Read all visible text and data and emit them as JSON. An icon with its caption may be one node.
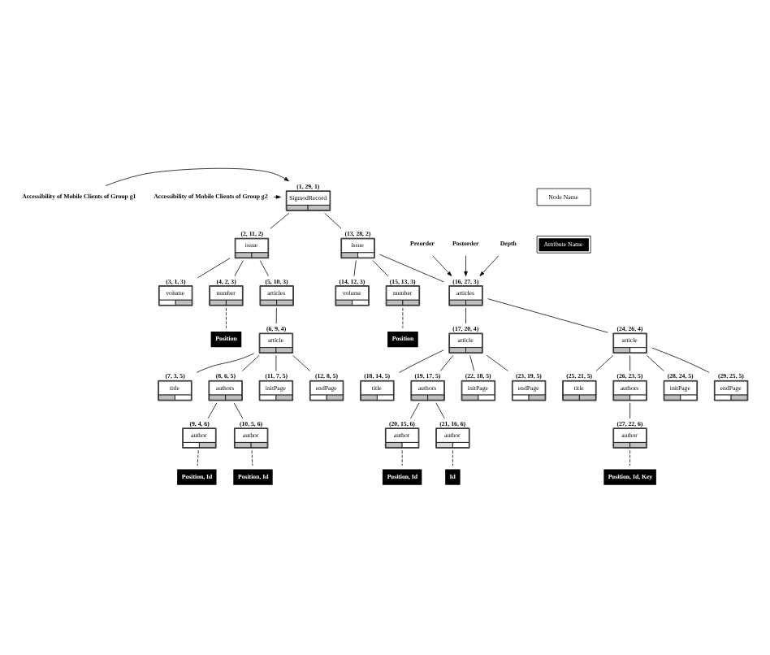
{
  "diagram": {
    "nodes": [
      {
        "text": [
          "SigmodRecord"
        ],
        "beside": [
          "(1, 29, 1)"
        ]
      },
      {
        "text": [
          "issue"
        ],
        "beside": [
          "(2, 11, 2)"
        ]
      },
      {
        "text": [
          "issue"
        ],
        "beside": [
          "(13, 28, 2)"
        ]
      },
      {
        "text": [
          "volume"
        ],
        "beside": [
          "(3, 1, 3)"
        ]
      },
      {
        "text": [
          "number"
        ],
        "beside": [
          "(4, 2, 3)"
        ]
      },
      {
        "text": [
          "articles"
        ],
        "beside": [
          "(5, 10, 3)"
        ]
      },
      {
        "text": [
          "volume"
        ],
        "beside": [
          "(14, 12, 3)"
        ]
      },
      {
        "text": [
          "number"
        ],
        "beside": [
          "(15, 13, 3)"
        ]
      },
      {
        "text": [
          "articles"
        ],
        "beside": [
          "(16, 27, 3)"
        ]
      },
      {
        "text": [
          "Accessibility of Mobile Clients of Group g1"
        ]
      },
      {
        "text": [
          "Accessibility of Mobile Clients of Group g2"
        ]
      },
      {
        "text": [
          "Preorder"
        ]
      },
      {
        "text": [
          "Postorder"
        ]
      },
      {
        "text": [
          "Depth"
        ]
      },
      {
        "text": [
          "Position"
        ]
      },
      {
        "text": [
          "Position"
        ]
      },
      {
        "text": [
          "article"
        ],
        "beside": [
          "(6, 9, 4)"
        ]
      },
      {
        "text": [
          "article"
        ],
        "beside": [
          "(17, 20, 4)"
        ]
      },
      {
        "text": [
          "article"
        ],
        "beside": [
          "(24, 26, 4)"
        ]
      },
      {
        "text": [
          "title"
        ],
        "beside": [
          "(7, 3, 5)"
        ]
      },
      {
        "text": [
          "authors"
        ],
        "beside": [
          "(8, 6, 5)"
        ]
      },
      {
        "text": [
          "initPage"
        ],
        "beside": [
          "(11, 7, 5)"
        ]
      },
      {
        "text": [
          "endPage"
        ],
        "beside": [
          "(12, 8, 5)"
        ]
      },
      {
        "text": [
          "title"
        ],
        "beside": [
          "(18, 14, 5)"
        ]
      },
      {
        "text": [
          "authors"
        ],
        "beside": [
          "(19, 17, 5)"
        ]
      },
      {
        "text": [
          "initPage"
        ],
        "beside": [
          "(22, 18, 5)"
        ]
      },
      {
        "text": [
          "endPage"
        ],
        "beside": [
          "(23, 19, 5)"
        ]
      },
      {
        "text": [
          "title"
        ],
        "beside": [
          "(25, 21, 5)"
        ]
      },
      {
        "text": [
          "authors"
        ],
        "beside": [
          "(26, 23, 5)"
        ]
      },
      {
        "text": [
          "initPage"
        ],
        "beside": [
          "(28, 24, 5)"
        ]
      },
      {
        "text": [
          "endPage"
        ],
        "beside": [
          "(29, 25, 5)"
        ]
      },
      {
        "text": [
          "author"
        ],
        "beside": [
          "(9, 4, 6)"
        ]
      },
      {
        "text": [
          "author"
        ],
        "beside": [
          "(10, 5, 6)"
        ]
      },
      {
        "text": [
          "author"
        ],
        "beside": [
          "(20, 15, 6)"
        ]
      },
      {
        "text": [
          "author"
        ],
        "beside": [
          "(21, 16, 6)"
        ]
      },
      {
        "text": [
          "author"
        ],
        "beside": [
          "(27, 22, 6)"
        ]
      },
      {
        "text": [
          "Position, Id"
        ]
      },
      {
        "text": [
          "Position, Id"
        ]
      },
      {
        "text": [
          "Position, Id"
        ]
      },
      {
        "text": [
          "Id"
        ]
      },
      {
        "text": [
          "Position, Id, Key"
        ]
      }
    ],
    "edges": [
      {
        "from": 9,
        "to": 0,
        "arrow": "to"
      },
      {
        "from": 10,
        "to": 0,
        "arrow": "to"
      },
      {
        "from": 0,
        "to": 1,
        "arrow": "none"
      },
      {
        "from": 0,
        "to": 2,
        "arrow": "none"
      },
      {
        "from": 1,
        "to": 3,
        "arrow": "none"
      },
      {
        "from": 1,
        "to": 4,
        "arrow": "none"
      },
      {
        "from": 1,
        "to": 5,
        "arrow": "none"
      },
      {
        "from": 2,
        "to": 6,
        "arrow": "none"
      },
      {
        "from": 2,
        "to": 7,
        "arrow": "none"
      },
      {
        "from": 2,
        "to": 8,
        "arrow": "none"
      },
      {
        "from": 11,
        "to": 8,
        "arrow": "to"
      },
      {
        "from": 12,
        "to": 8,
        "arrow": "to"
      },
      {
        "from": 13,
        "to": 8,
        "arrow": "to"
      },
      {
        "from": 4,
        "to": 14,
        "arrow": "none",
        "style": "dashed"
      },
      {
        "from": 7,
        "to": 15,
        "arrow": "none",
        "style": "dashed"
      },
      {
        "from": 5,
        "to": 16,
        "arrow": "none"
      },
      {
        "from": 8,
        "to": 17,
        "arrow": "none"
      },
      {
        "from": 8,
        "to": 18,
        "arrow": "none"
      },
      {
        "from": 16,
        "to": 19,
        "arrow": "none"
      },
      {
        "from": 16,
        "to": 20,
        "arrow": "none"
      },
      {
        "from": 16,
        "to": 21,
        "arrow": "none"
      },
      {
        "from": 16,
        "to": 22,
        "arrow": "none"
      },
      {
        "from": 17,
        "to": 23,
        "arrow": "none"
      },
      {
        "from": 17,
        "to": 24,
        "arrow": "none"
      },
      {
        "from": 17,
        "to": 25,
        "arrow": "none"
      },
      {
        "from": 17,
        "to": 26,
        "arrow": "none"
      },
      {
        "from": 18,
        "to": 27,
        "arrow": "none"
      },
      {
        "from": 18,
        "to": 28,
        "arrow": "none"
      },
      {
        "from": 18,
        "to": 29,
        "arrow": "none"
      },
      {
        "from": 18,
        "to": 30,
        "arrow": "none"
      },
      {
        "from": 20,
        "to": 31,
        "arrow": "none"
      },
      {
        "from": 20,
        "to": 32,
        "arrow": "none"
      },
      {
        "from": 24,
        "to": 33,
        "arrow": "none"
      },
      {
        "from": 24,
        "to": 34,
        "arrow": "none"
      },
      {
        "from": 28,
        "to": 35,
        "arrow": "none"
      },
      {
        "from": 31,
        "to": 36,
        "arrow": "none",
        "style": "dashed"
      },
      {
        "from": 32,
        "to": 37,
        "arrow": "none",
        "style": "dashed"
      },
      {
        "from": 33,
        "to": 38,
        "arrow": "none",
        "style": "dashed"
      },
      {
        "from": 34,
        "to": 39,
        "arrow": "none",
        "style": "dashed"
      },
      {
        "from": 35,
        "to": 40,
        "arrow": "none",
        "style": "dashed"
      }
    ],
    "legend": [
      {
        "text": "Node Name",
        "color": "#ffffff"
      },
      {
        "text": "Attribute Name",
        "color": "#000000"
      }
    ]
  }
}
